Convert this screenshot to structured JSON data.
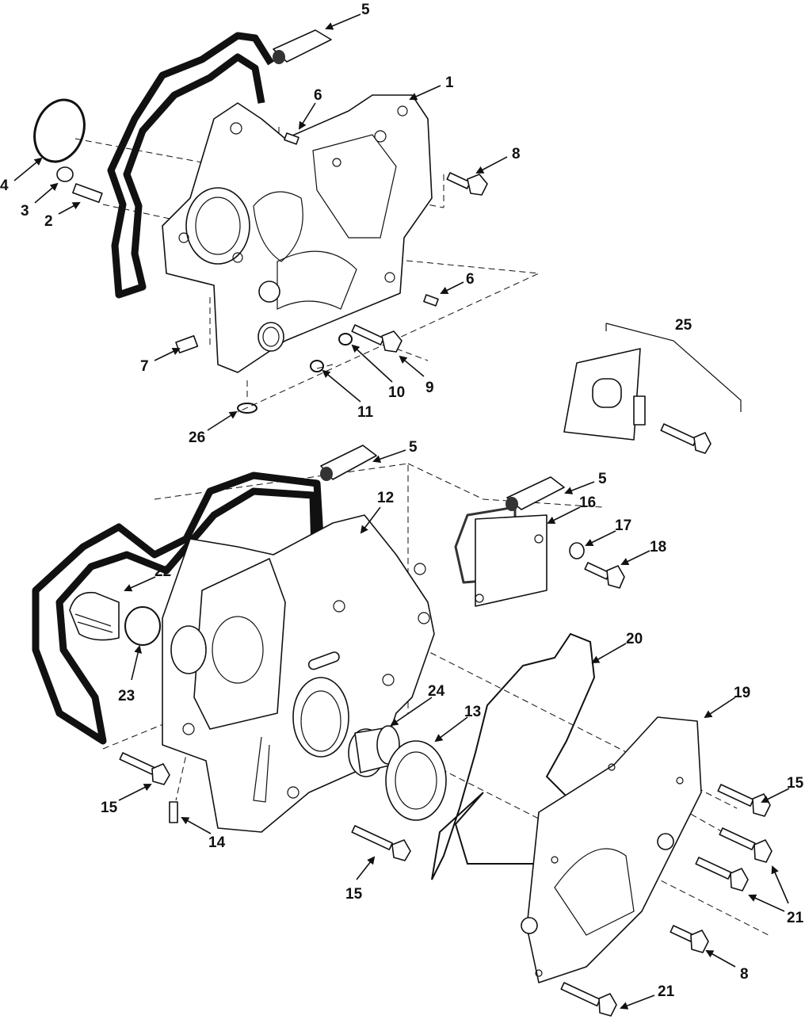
{
  "diagram": {
    "type": "exploded parts view",
    "callouts": {
      "c1": "1",
      "c5a": "5",
      "c6a": "6",
      "c8a": "8",
      "c4": "4",
      "c3": "3",
      "c2": "2",
      "c6b": "6",
      "c7": "7",
      "c9": "9",
      "c10": "10",
      "c11": "11",
      "c26": "26",
      "c25": "25",
      "c5b": "5",
      "c5c": "5",
      "c12": "12",
      "c16": "16",
      "c17": "17",
      "c18": "18",
      "c22": "22",
      "c23": "23",
      "c20": "20",
      "c19": "19",
      "c24": "24",
      "c13": "13",
      "c15a": "15",
      "c15b": "15",
      "c14": "14",
      "c15c": "15",
      "c21a": "21",
      "c8b": "8",
      "c21b": "21"
    }
  }
}
